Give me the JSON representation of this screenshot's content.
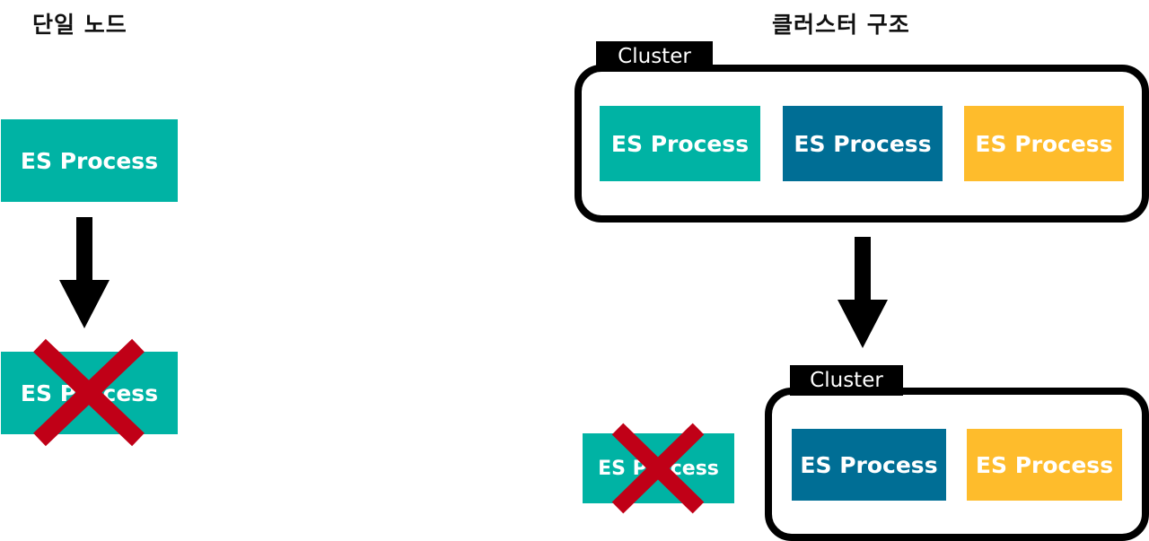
{
  "left": {
    "heading": "단일 노드",
    "process_top": "ES Process",
    "process_failed": "ES Process"
  },
  "right": {
    "heading": "클러스터 구조",
    "cluster_top": {
      "label": "Cluster",
      "processes": [
        "ES Process",
        "ES Process",
        "ES Process"
      ]
    },
    "failed_process": "ES Process",
    "cluster_bottom": {
      "label": "Cluster",
      "processes": [
        "ES Process",
        "ES Process"
      ]
    }
  },
  "colors": {
    "teal": "#00B3A4",
    "blue": "#006E95",
    "yellow": "#FEBC2C",
    "cross": "#C00017",
    "outline": "#000000"
  }
}
